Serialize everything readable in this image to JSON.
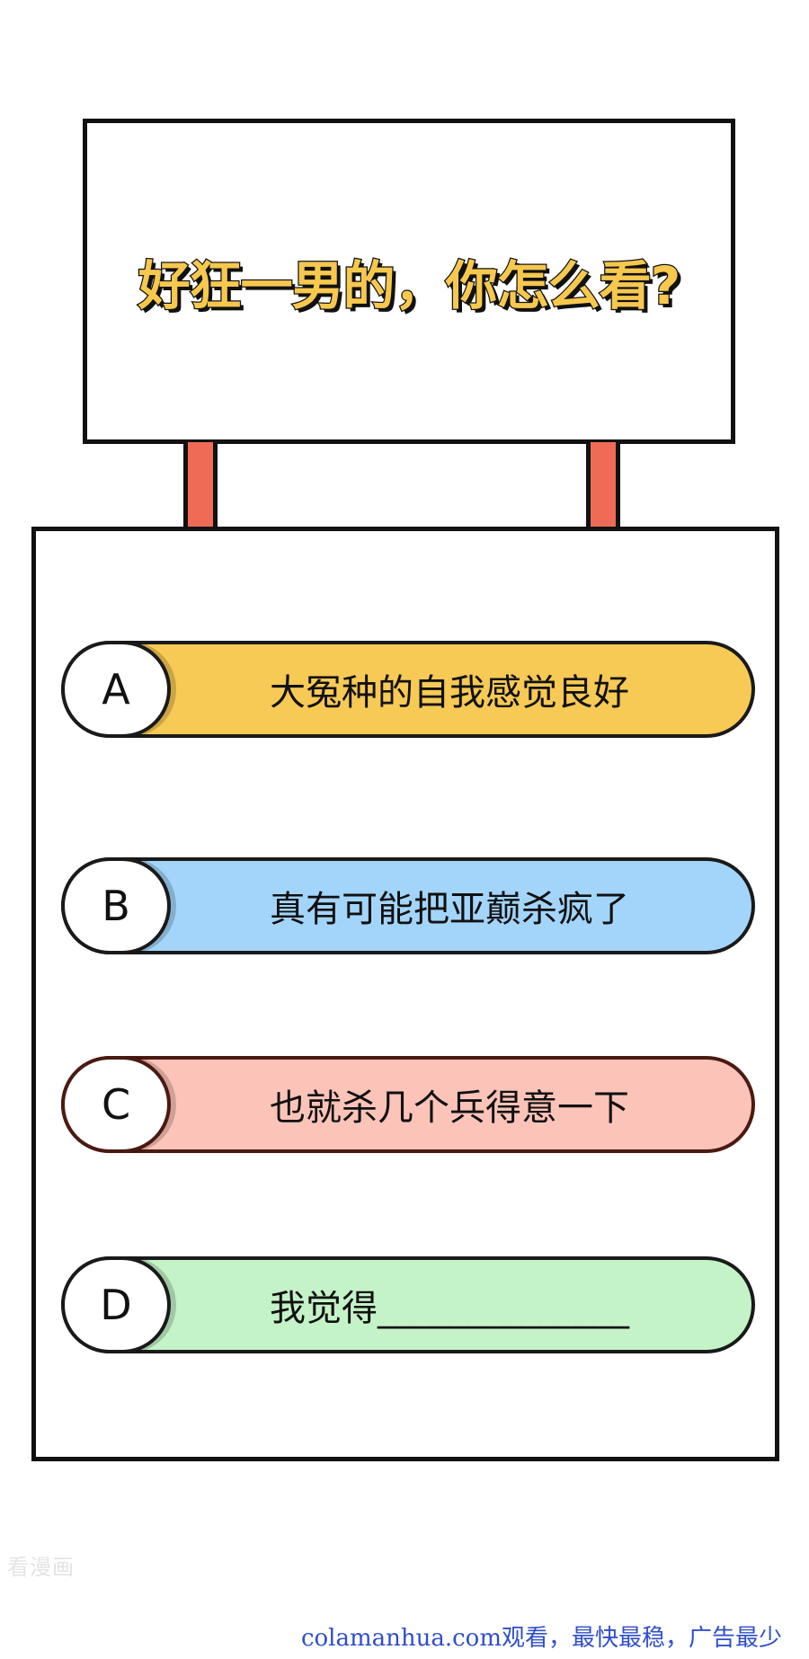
{
  "sign": {
    "question": "好狂一男的，你怎么看?"
  },
  "options": [
    {
      "letter": "A",
      "text": "大冤种的自我感觉良好",
      "color": "#f7c955",
      "border": "#1a1a1a"
    },
    {
      "letter": "B",
      "text": "真有可能把亚巅杀疯了",
      "color": "#a3d5fb",
      "border": "#1a1a1a"
    },
    {
      "letter": "C",
      "text": "也就杀几个兵得意一下",
      "color": "#fcc4b9",
      "border": "#4a1a12"
    },
    {
      "letter": "D",
      "text": "我觉得______________",
      "color": "#c4f3c8",
      "border": "#1a1a1a"
    }
  ],
  "watermarks": {
    "brand": "看漫画",
    "site": "colamanhua.com观看，最快最稳，广告最少"
  },
  "colors": {
    "sign_text": "#f6c84e",
    "post": "#ef6b55",
    "outline": "#111111"
  }
}
